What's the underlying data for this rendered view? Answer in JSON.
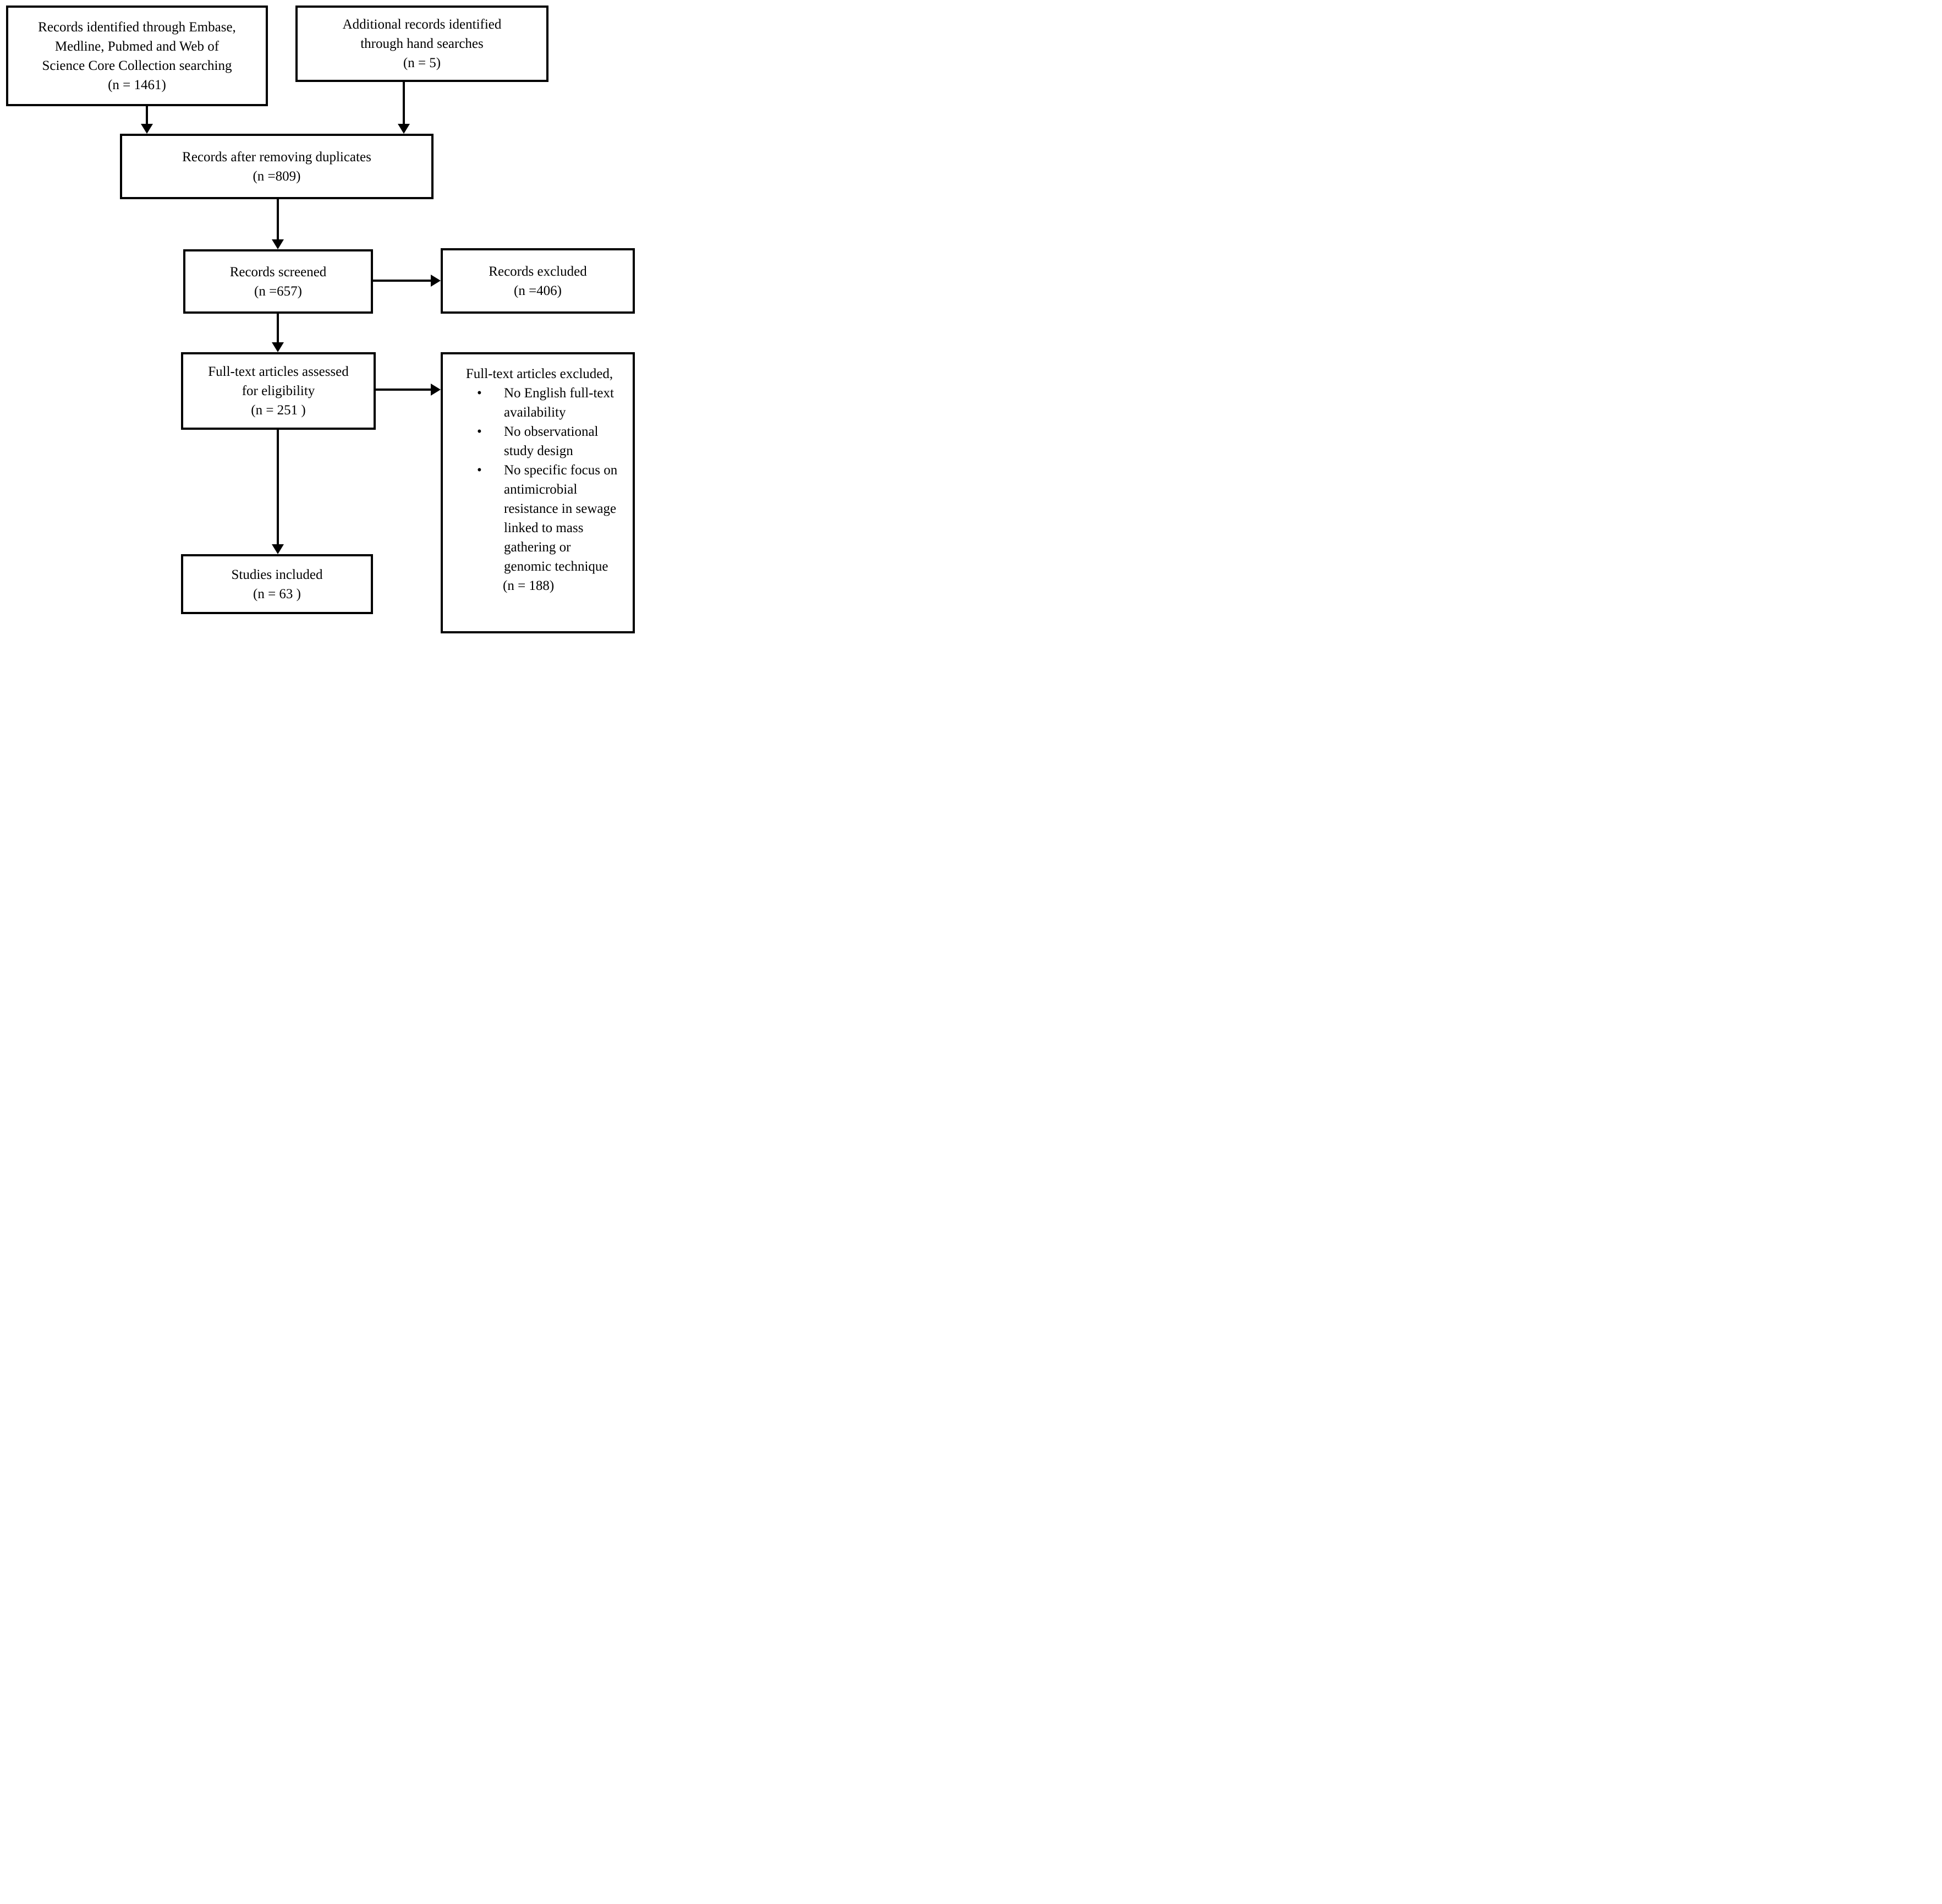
{
  "figure": {
    "background": "#ffffff",
    "border_color": "#000000",
    "text_color": "#000000"
  },
  "boxes": {
    "identified": {
      "text": "Records identified through Embase,\nMedline, Pubmed and Web of\nScience Core Collection searching\n(n = 1461)"
    },
    "hand_search": {
      "text": "Additional records identified\nthrough hand searches\n(n = 5)"
    },
    "deduplicated": {
      "text": "Records after removing duplicates\n(n =809)"
    },
    "screened": {
      "text": "Records screened\n(n =657)"
    },
    "records_excluded": {
      "text": "Records excluded\n(n =406)"
    },
    "fulltext_assessed": {
      "text": "Full-text articles assessed\nfor eligibility\n(n = 251 )"
    },
    "fulltext_excluded": {
      "title": "Full-text articles excluded,",
      "bullet_glyph": "•",
      "bullets": [
        "No English full-text\navailability",
        "No observational\nstudy design",
        "No specific focus on\nantimicrobial\nresistance in sewage\nlinked to mass\ngathering or\ngenomic technique"
      ],
      "count": "(n = 188)"
    },
    "included": {
      "text": "Studies included\n(n = 63 )"
    }
  }
}
